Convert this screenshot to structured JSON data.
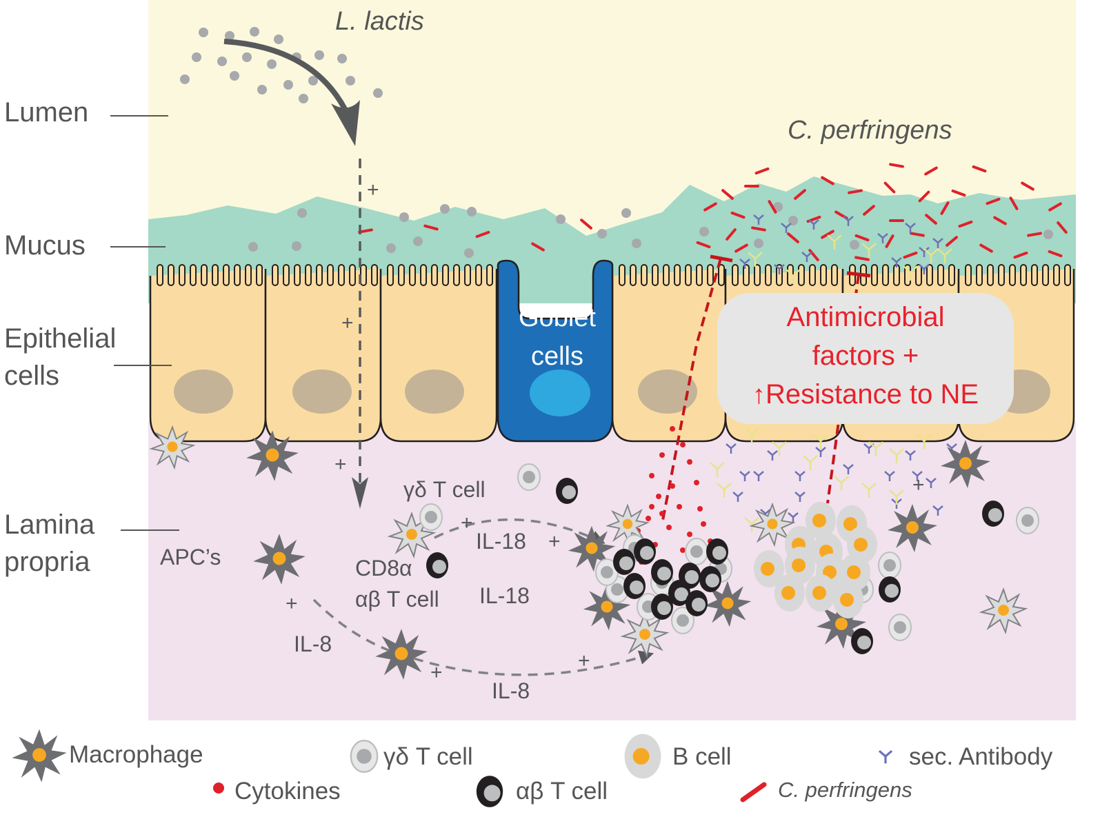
{
  "labels": {
    "lumen": "Lumen",
    "mucus": "Mucus",
    "epithelial": [
      "Epithelial",
      "cells"
    ],
    "lamina": [
      "Lamina",
      "propria"
    ],
    "l_lactis": "L. lactis",
    "c_perfringens": "C. perfringens",
    "goblet": [
      "Goblet",
      "cells"
    ],
    "antimicrobial": [
      "Antimicrobial",
      "factors +",
      "Resistance to NE"
    ],
    "gd_t_cell": "γδ T cell",
    "cd8a": "CD8α",
    "ab_t_cell": "αβ T cell",
    "il18_a": "IL-18",
    "il18_b": "IL-18",
    "il8_a": "IL-8",
    "il8_b": "IL-8",
    "apcs": "APC’s",
    "plus": "+"
  },
  "legend": {
    "macrophage": "Macrophage",
    "gd_t_cell": "γδ T cell",
    "b_cell": "B cell",
    "sec_antibody": "sec. Antibody",
    "cytokines": "Cytokines",
    "ab_t_cell": "αβ T cell",
    "c_perfringens": "C. perfringens"
  },
  "colors": {
    "lumen": "#fbf8dd",
    "mucus": "#a3d9c6",
    "epithelium": "#fadca2",
    "nucleus": "#c5b398",
    "lamina": "#f1e2ee",
    "goblet": "#1d6fb8",
    "goblet_nucleus": "#2fa8e0",
    "macrophage": "#6d6e71",
    "orange": "#f7a823",
    "red": "#e0202a",
    "antibody_blue": "#6e72b6",
    "antibody_yellow": "#e6e48a",
    "arrow_gray": "#58595b"
  },
  "icons": [
    "macrophage-icon",
    "gd-t-cell-icon",
    "b-cell-icon",
    "antibody-icon",
    "cytokine-icon",
    "ab-t-cell-icon",
    "c-perfringens-icon",
    "arrow-icon"
  ]
}
